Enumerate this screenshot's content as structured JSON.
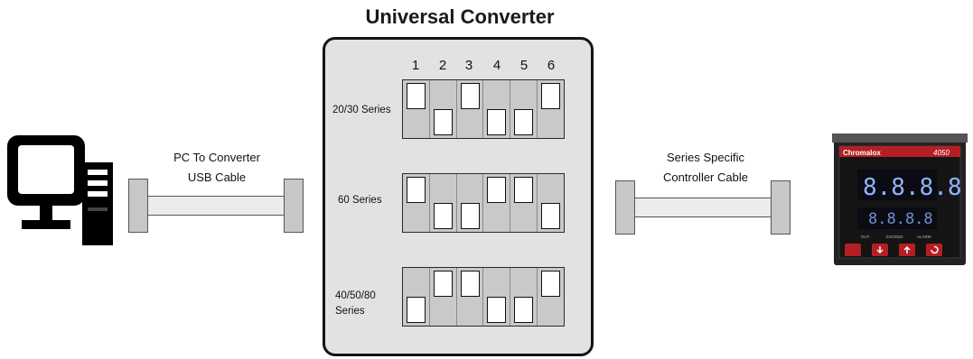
{
  "title": "Universal Converter",
  "switch_numbers": [
    "1",
    "2",
    "3",
    "4",
    "5",
    "6"
  ],
  "rows": [
    {
      "label_lines": [
        "20/30 Series"
      ],
      "switches": [
        "up",
        "down",
        "up",
        "down",
        "down",
        "up"
      ]
    },
    {
      "label_lines": [
        "60 Series"
      ],
      "switches": [
        "up",
        "down",
        "down",
        "up",
        "up",
        "down"
      ]
    },
    {
      "label_lines": [
        "40/50/80",
        "Series"
      ],
      "switches": [
        "down",
        "up",
        "up",
        "down",
        "down",
        "up"
      ]
    }
  ],
  "left_cable": {
    "line1": "PC To Converter",
    "line2": "USB Cable"
  },
  "right_cable": {
    "line1": "Series Specific",
    "line2": "Controller Cable"
  },
  "controller": {
    "brand": "Chromalox",
    "model": "4050",
    "readout": "8.8.8.8",
    "indicators": [
      "OUT",
      "EXCEED",
      "ALARM"
    ],
    "colors": {
      "body": "#1b1b1b",
      "brand_strip": "#b51f24",
      "segment": "#8fb4ff"
    }
  },
  "icons": {
    "computer": "desktop-computer-icon"
  }
}
